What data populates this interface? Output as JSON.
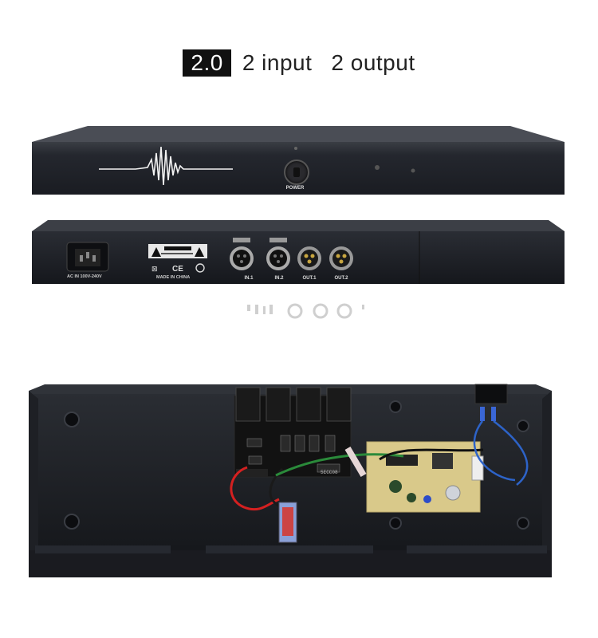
{
  "title": {
    "badge": "2.0",
    "inputs": "2 input",
    "outputs": "2 output"
  },
  "front_panel": {
    "power_label": "POWER"
  },
  "back_panel": {
    "power_inlet_label": "AC IN 100V-240V",
    "origin_label": "MADE IN CHINA",
    "ports": [
      {
        "label": "IN.1"
      },
      {
        "label": "IN.2"
      },
      {
        "label": "OUT.1"
      },
      {
        "label": "OUT.2"
      }
    ]
  },
  "interior": {
    "chip_label": "5ECC08"
  },
  "colors": {
    "chassis": "#1c1e24",
    "background": "#ffffff",
    "pcb_main": "#141414",
    "pcb_psu": "#d9c98a",
    "wire_red": "#d42020",
    "wire_blue": "#2d63c8",
    "wire_green": "#2a8a3a"
  }
}
